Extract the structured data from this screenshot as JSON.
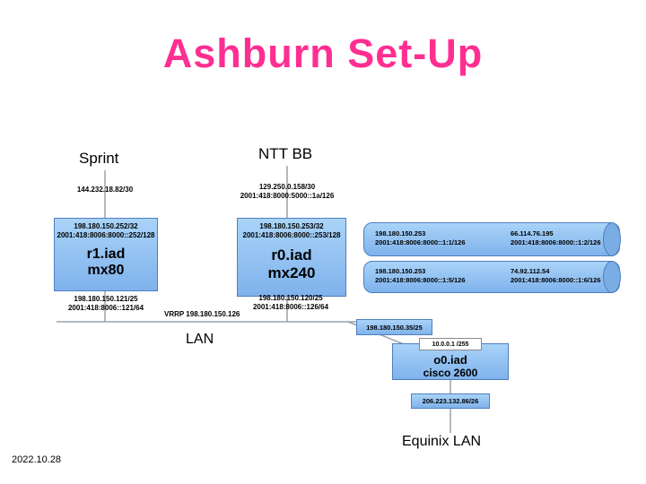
{
  "slide": {
    "title": "Ashburn Set-Up",
    "date": "2022.10.28"
  },
  "colors": {
    "title_pink": "#FF2F92",
    "box_fill": "#8FC3F2",
    "box_border": "#4E7FBE",
    "connector_gray": "#98A2AD"
  },
  "uplinks": {
    "sprint": {
      "name": "Sprint",
      "ipv4": "144.232.18.82/30"
    },
    "ntt": {
      "name": "NTT BB",
      "ipv4": "129.250.0.158/30",
      "ipv6": "2001:418:8000:5000::1a/126"
    }
  },
  "routers": {
    "r1": {
      "loopback_v4": "198.180.150.252/32",
      "loopback_v6": "2001:418:8006:8000::252/128",
      "name": "r1.iad",
      "model": "mx80",
      "lan_v4": "198.180.150.121/25",
      "lan_v6": "2001:418:8006::121/64"
    },
    "r0": {
      "loopback_v4": "198.180.150.253/32",
      "loopback_v6": "2001:418:8006:8000::253/128",
      "name": "r0.iad",
      "model": "mx240",
      "lan_v4": "198.180.150.120/25",
      "lan_v6": "2001:418:8006::126/64"
    }
  },
  "tunnels": [
    {
      "left_v4": "198.180.150.253",
      "left_v6": "2001:418:8006:8000::1:1/126",
      "right_v4": "66.114.76.195",
      "right_v6": "2001:418:8006:8000::1:2/126"
    },
    {
      "left_v4": "198.180.150.253",
      "left_v6": "2001:418:8006:8000::1:5/126",
      "right_v4": "74.92.112.54",
      "right_v6": "2001:418:8006:8000::1:6/126"
    }
  ],
  "lan": {
    "vrrp": "VRRP 198.180.150.126",
    "label": "LAN",
    "branch_ip": "198.180.150.35/25"
  },
  "access_router": {
    "mgmt_ip": "10.0.0.1 /255",
    "name": "o0.iad",
    "model": "cisco 2600",
    "downlink_ip": "206.223.132.86/26",
    "downstream_label": "Equinix LAN"
  }
}
